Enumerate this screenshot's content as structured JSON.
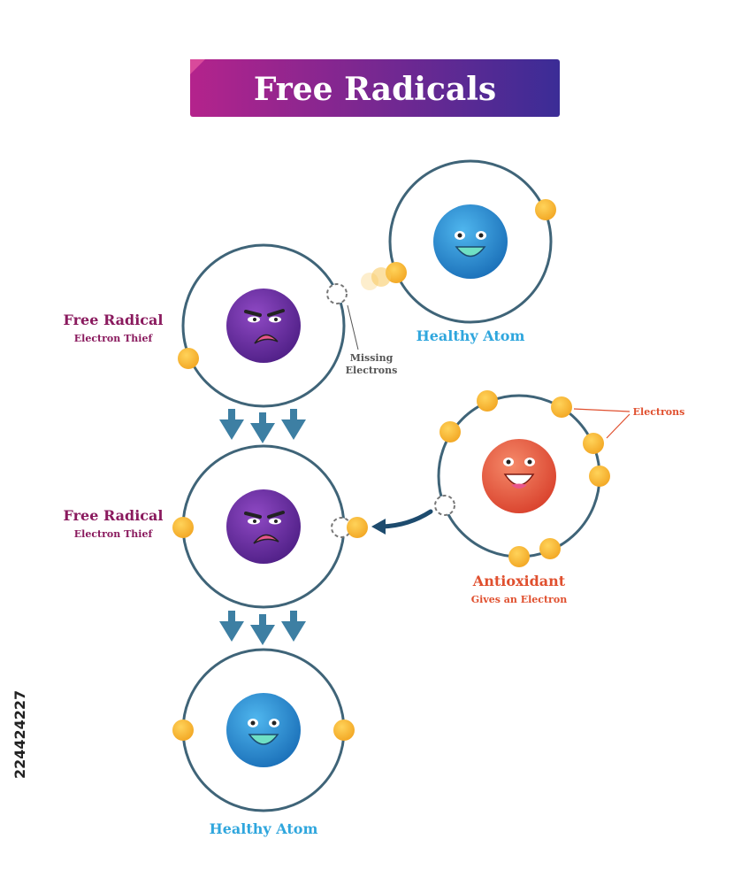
{
  "title": "Free Radicals",
  "labels": {
    "free_radical_1": {
      "name": "Free Radical",
      "sub": "Electron Thief"
    },
    "free_radical_2": {
      "name": "Free Radical",
      "sub": "Electron Thief"
    },
    "healthy_atom_top": "Healthy Atom",
    "healthy_atom_bottom": "Healthy Atom",
    "missing_electrons": [
      "Missing",
      "Electrons"
    ],
    "electrons": "Electrons",
    "antioxidant": {
      "name": "Antioxidant",
      "sub": "Gives an Electron"
    }
  },
  "watermark": "224424227",
  "colors": {
    "title_gradient_start": "#b4238c",
    "title_gradient_end": "#3b2c96",
    "free_radical_text": "#8a1a5e",
    "healthy_text": "#2fa6dd",
    "antioxidant_text": "#e0502f",
    "orbit": "#3f6478",
    "electron": "#f7b733",
    "arrow": "#3d7fa3",
    "radical_body": "#6e2ba3",
    "healthy_body": "#2b8fd6",
    "antioxidant_body": "#ec5d45"
  },
  "icons": [
    "angry-face-icon",
    "happy-face-icon",
    "down-arrow-icon",
    "curved-arrow-icon",
    "electron-icon"
  ]
}
